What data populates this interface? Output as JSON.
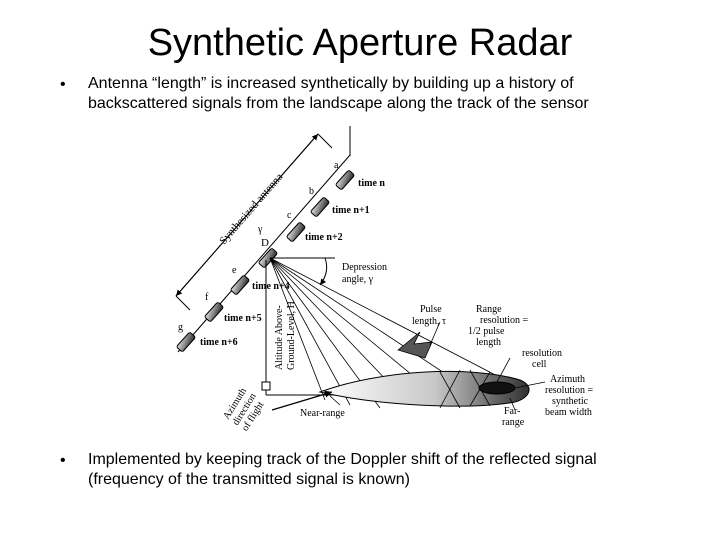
{
  "slide": {
    "title": "Synthetic Aperture Radar",
    "bullets": [
      {
        "dot": "•",
        "text": "Antenna “length” is increased synthetically by building up a history of backscattered signals from the landscape along the track of the sensor"
      },
      {
        "dot": "•",
        "text": "Implemented by keeping track of the Doppler shift of the reflected signal (frequency of the transmitted signal is known)"
      }
    ]
  },
  "diagram": {
    "synthesized_antenna_label": "Synthesized antenna",
    "point_letters": {
      "a": "a",
      "b": "b",
      "c": "c",
      "d": "D",
      "e": "e",
      "f": "f",
      "g": "g"
    },
    "time_labels": {
      "t0": "time n",
      "t1": "time n+1",
      "t2": "time n+2",
      "t4": "time n+4",
      "t5": "time n+5",
      "t6": "time n+6"
    },
    "depression_angle": [
      "Depression",
      "angle, γ"
    ],
    "pulse_length": [
      "Pulse",
      "length, τ"
    ],
    "range_resolution": [
      "Range",
      "resolution =",
      "1/2 pulse",
      "length"
    ],
    "resolution_cell": [
      "resolution",
      "cell"
    ],
    "azimuth_resolution": [
      "Azimuth",
      "resolution =",
      "synthetic",
      "beam width"
    ],
    "altitude": [
      "Altitude Above-",
      "Ground-Level, H"
    ],
    "azimuth_direction": [
      "Azimuth",
      "direction",
      "of flight"
    ],
    "near_range": "Near-range",
    "far_range": [
      "Far-",
      "range"
    ],
    "gamma_symbol": "γ"
  }
}
